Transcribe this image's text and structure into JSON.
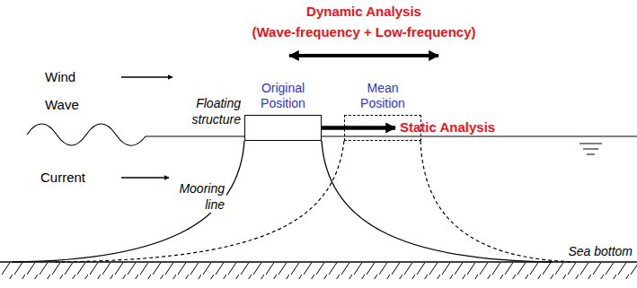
{
  "diagram": {
    "nodes": [
      {
        "text": [
          "Original Position"
        ]
      },
      {
        "text": [
          "Mean Position"
        ]
      }
    ],
    "edges": [
      {
        "from": 0,
        "to": 1,
        "arrow": "to"
      }
    ],
    "labels": [
      "Dynamic Analysis",
      "(Wave-frequency + Low-frequency)",
      "Wind",
      "Wave",
      "Floating structure",
      "Current",
      "Mooring line",
      "Static Analysis",
      "Sea bottom"
    ]
  }
}
